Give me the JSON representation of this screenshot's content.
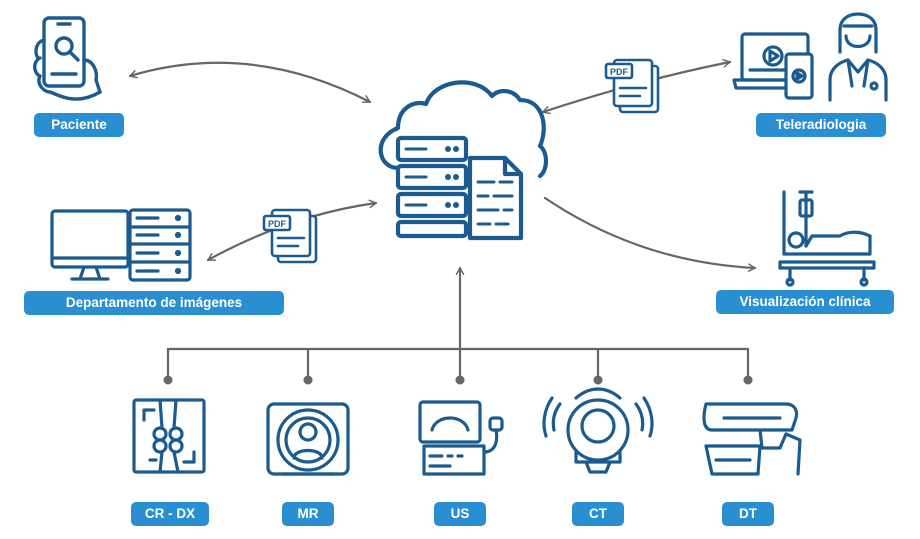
{
  "colors": {
    "icon": "#1b5b8f",
    "pill": "#2a8fd0",
    "connector": "#666666"
  },
  "labels": {
    "patient": "Paciente",
    "teleradiology": "Teleradiologia",
    "imaging_department": "Departamento de imágenes",
    "clinical_viewing": "Visualización clínica"
  },
  "pdf_badge": "PDF",
  "modalities": [
    {
      "label": "CR - DX",
      "icon": "xray-plate-icon"
    },
    {
      "label": "MR",
      "icon": "mri-scanner-icon"
    },
    {
      "label": "US",
      "icon": "ultrasound-machine-icon"
    },
    {
      "label": "CT",
      "icon": "ct-scanner-icon"
    },
    {
      "label": "DT",
      "icon": "dental-tomography-icon"
    }
  ]
}
